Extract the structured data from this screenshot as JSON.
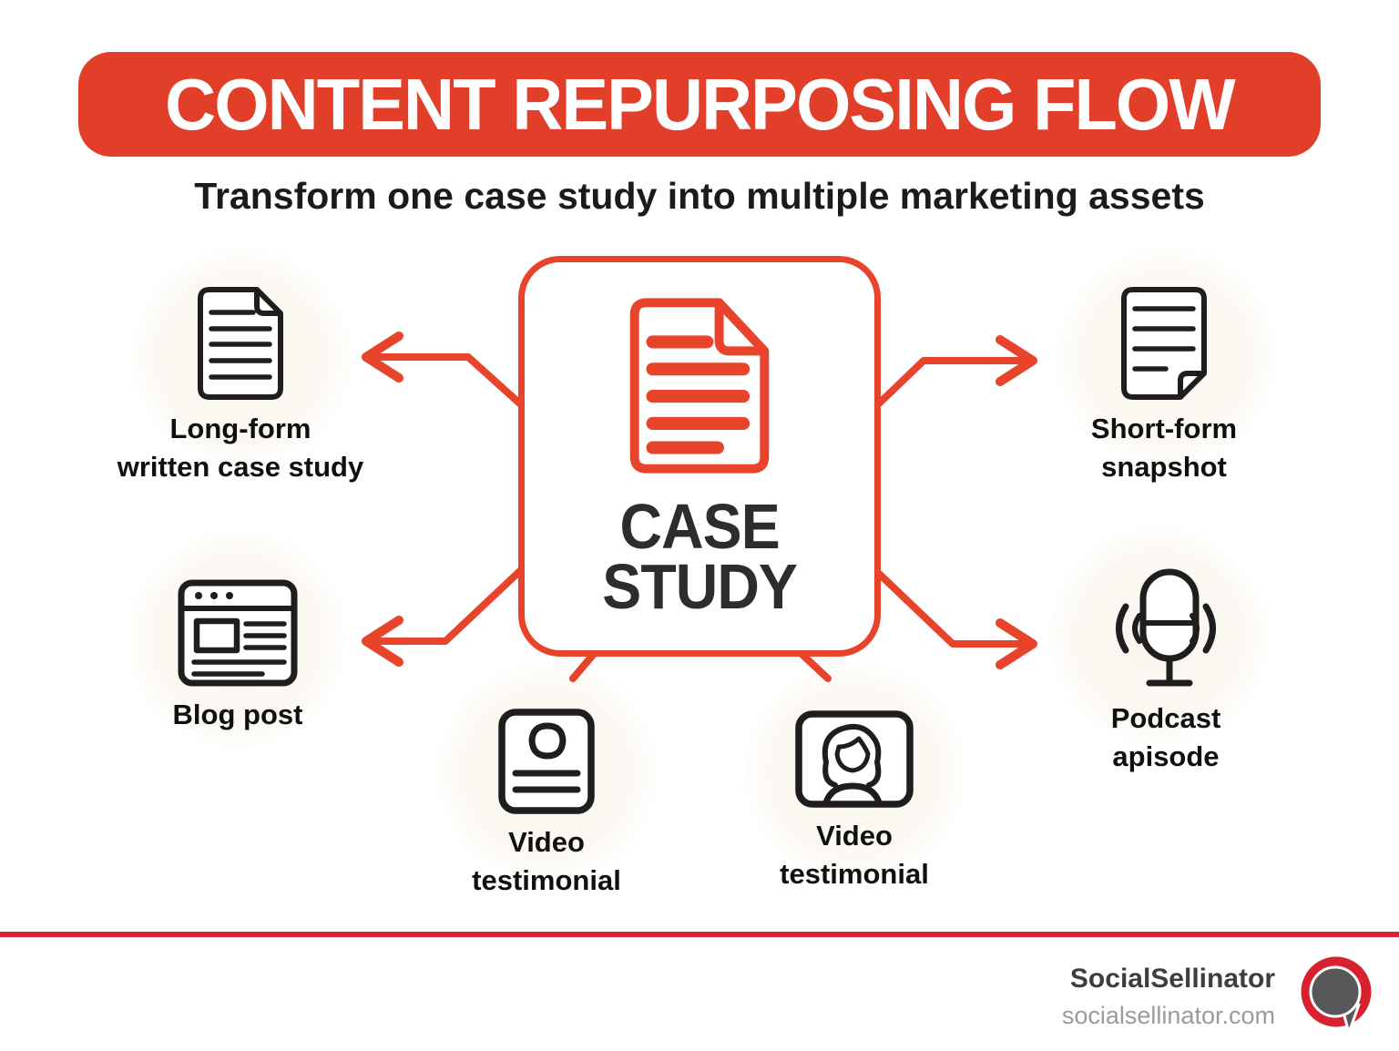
{
  "header": {
    "title": "CONTENT REPURPOSING FLOW",
    "subtitle": "Transform one case study into multiple marketing assets"
  },
  "center": {
    "line1": "CASE",
    "line2": "STUDY",
    "icon": "document-icon"
  },
  "nodes": {
    "long_form": {
      "line1": "Long-form",
      "line2": "written case study",
      "icon": "document-icon"
    },
    "short_form": {
      "line1": "Short-form",
      "line2": "snapshot",
      "icon": "document-snapshot-icon"
    },
    "blog": {
      "line1": "Blog post",
      "icon": "browser-window-icon"
    },
    "podcast": {
      "line1": "Podcast",
      "line2": "apisode",
      "icon": "microphone-icon"
    },
    "video_left": {
      "line1": "Video",
      "line2": "testimonial",
      "icon": "person-card-icon"
    },
    "video_right": {
      "line1": "Video",
      "line2": "testimonial",
      "icon": "video-person-icon"
    }
  },
  "footer": {
    "brand": "SocialSellinator",
    "website": "socialsellinator.com",
    "logo": "speech-bubble-logo"
  },
  "colors": {
    "header_red": "#e23f2b",
    "accent_red": "#e8432b",
    "divider_red": "#d92230",
    "logo_red": "#d8212f",
    "logo_gray": "#58585a",
    "icon_dark": "#1e1e1e",
    "text_dark": "#1b1b1b",
    "footer_brand": "#3e3e40",
    "footer_domain": "#9b9b9d"
  }
}
